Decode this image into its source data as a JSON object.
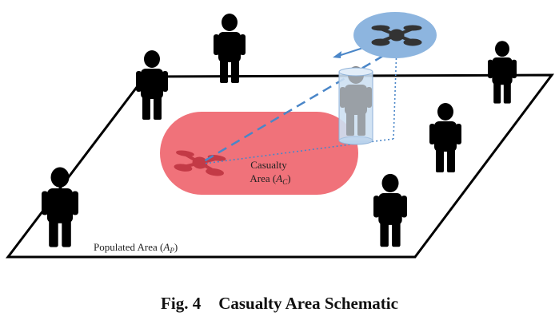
{
  "figure": {
    "number": "Fig. 4",
    "title": "Casualty Area Schematic"
  },
  "labels": {
    "casualty_line1": "Casualty",
    "casualty_line2_prefix": "Area (",
    "casualty_symbol": "A",
    "casualty_subscript": "C",
    "casualty_suffix": ")",
    "populated_prefix": "Populated Area (",
    "populated_symbol": "A",
    "populated_subscript": "P",
    "populated_suffix": ")"
  },
  "colors": {
    "casualty_area": "#f0727a",
    "drone_shadow": "#e36a72",
    "drone_circle": "#8db5df",
    "cylinder": "#cde0f2",
    "person": "#000000",
    "trajectory": "#4a86c8",
    "outline": "#000000"
  },
  "icons": [
    "person-icon",
    "drone-icon",
    "crashed-drone-icon",
    "person-in-cylinder-icon"
  ]
}
